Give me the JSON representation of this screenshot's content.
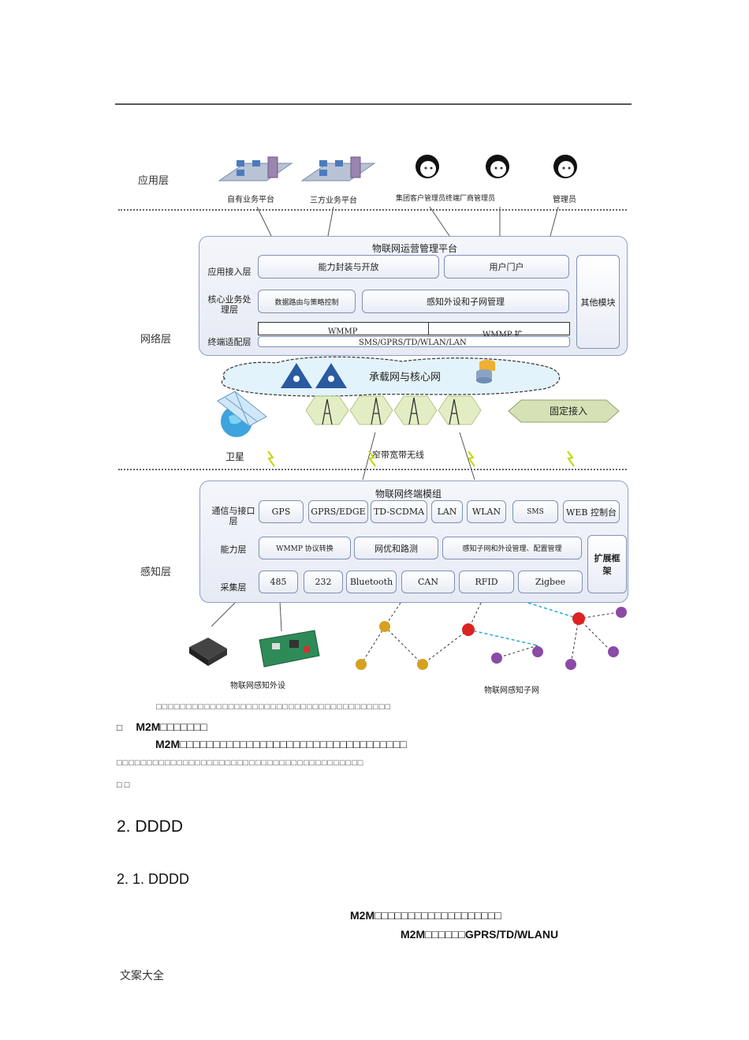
{
  "diagram": {
    "layers": {
      "application": "应用层",
      "network": "网络层",
      "perception": "感知层"
    },
    "app_nodes": [
      "自有业务平台",
      "三方业务平台",
      "集团客户管理员终端厂商管理员",
      "管理员"
    ],
    "platform": {
      "title": "物联网运营管理平台",
      "rows": {
        "access": "应用接入层",
        "core": "核心业务处理层",
        "terminal": "终端适配层"
      },
      "ability": "能力封装与开放",
      "portal": "用户门户",
      "routing": "数据路由与策略控制",
      "sensing_mgmt": "感知外设和子网管理",
      "wmmp_left": "WMMP",
      "wmmp_right": "WMMP 扩",
      "bearers": "SMS/GPRS/TD/WLAN/LAN",
      "other": "其他模块"
    },
    "cloud_label": "承载网与核心网",
    "fixed_access": "固定接入",
    "satellite": "卫星",
    "wireless": "窄带宽带无线",
    "module": {
      "title": "物联网终端模组",
      "rows": {
        "comm": "通信与接口层",
        "capability": "能力层",
        "collect": "采集层"
      },
      "comm_items": [
        "GPS",
        "GPRS/EDGE",
        "TD-SCDMA",
        "LAN",
        "WLAN",
        "SMS",
        "WEB 控制台"
      ],
      "capability_items": [
        "WMMP 协议转换",
        "网优和路测",
        "感知子网和外设管理、配置管理"
      ],
      "collect_items": [
        "485",
        "232",
        "Bluetooth",
        "CAN",
        "RFID",
        "Zigbee"
      ],
      "extension": "扩展框架"
    },
    "devices_label": "物联网感知外设",
    "subnet_label": "物联网感知子网"
  },
  "text": {
    "caption": "□□□□□□□□□□□□□□□□□□□□□□□□□□□□□□□□□□□□□□□",
    "bullet1_mark": "□",
    "bullet1": "M2M□□□□□□□",
    "para1_line1": "M2M□□□□□□□□□□□□□□□□□□□□□□□□□□□□□□□□□□",
    "para1_line2": "□□□□□□□□□□□□□□□□□□□□□□□□□□□□□□□□□□□□□□□□□",
    "bullet2": "□  □",
    "heading2": "2. DDDD",
    "heading21": "2. 1. DDDD",
    "para2_line1": "M2M□□□□□□□□□□□□□□□□□□□",
    "para2_line2": "M2M□□□□□□GPRS/TD/WLANU",
    "footer": "文案大全"
  }
}
